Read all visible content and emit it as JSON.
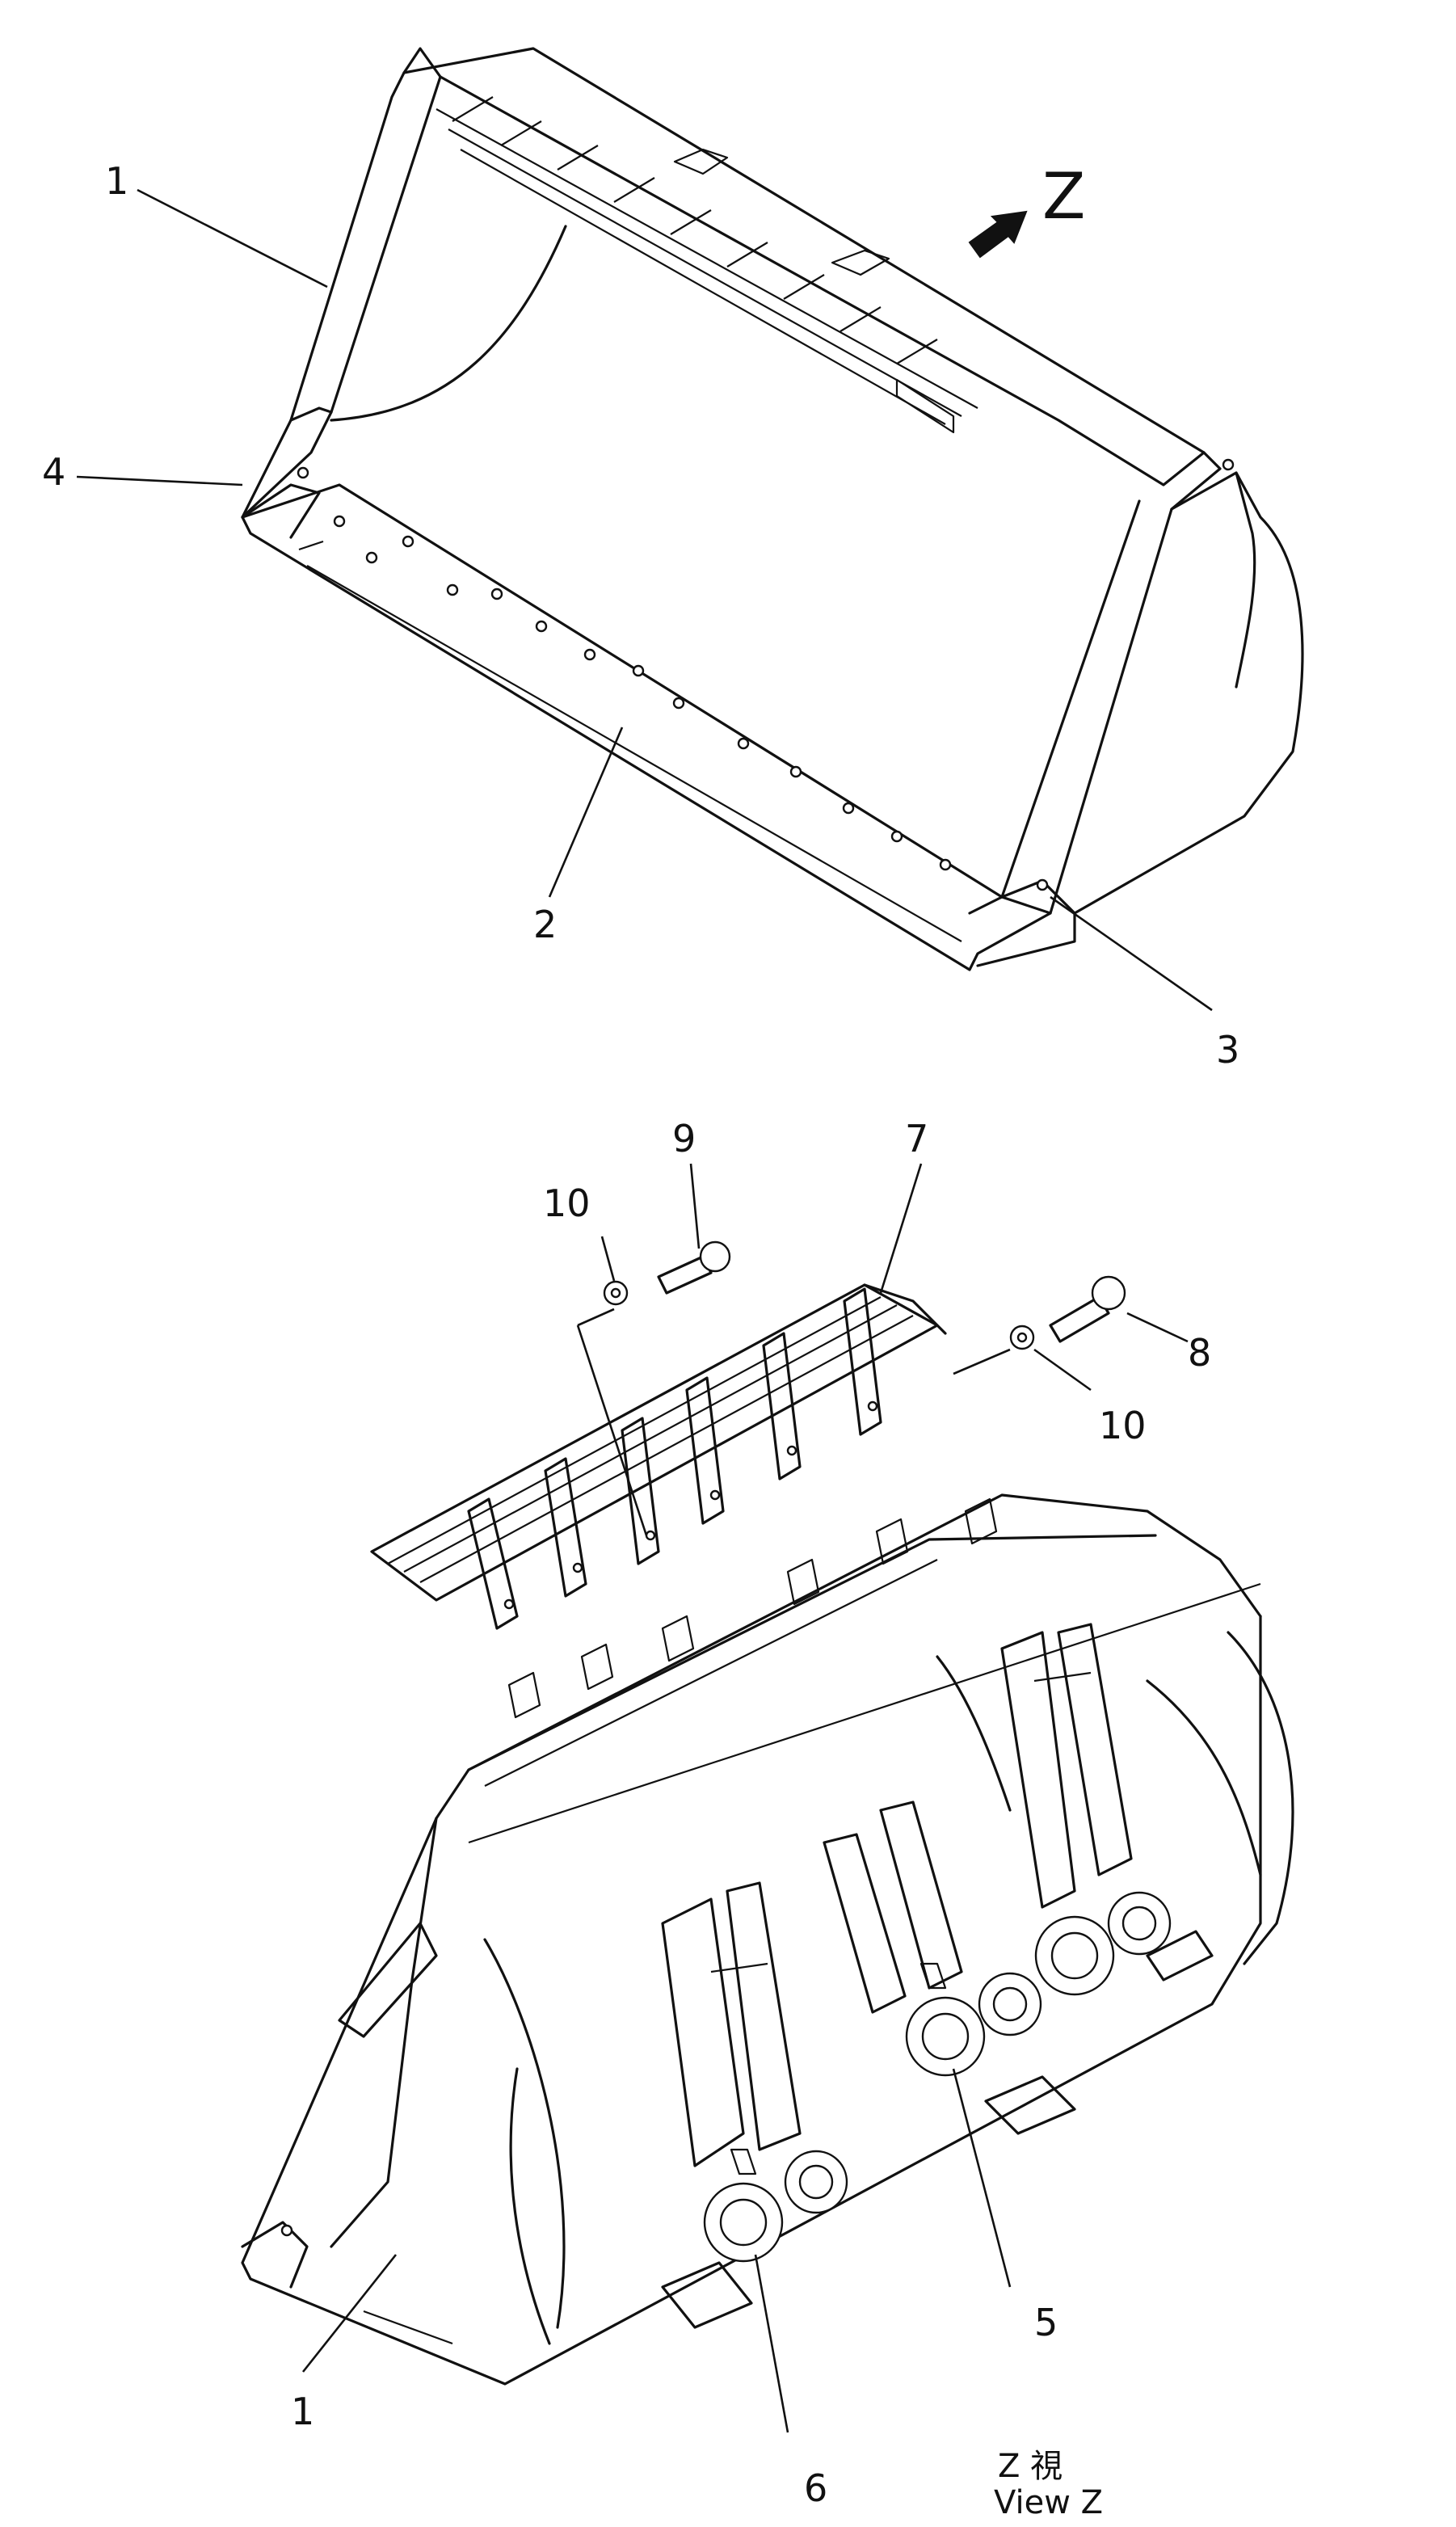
{
  "callouts": {
    "c1_top": "1",
    "c4": "4",
    "c2": "2",
    "c3": "3",
    "z_arrow_label": "Z",
    "c10_left": "10",
    "c9": "9",
    "c7": "7",
    "c8": "8",
    "c10_right": "10",
    "c5": "5",
    "c1_bottom": "1",
    "c6": "6"
  },
  "view_caption": {
    "line1": "Z 視",
    "line2": "View Z"
  },
  "icons": {
    "direction_arrow": "arrow-icon"
  }
}
